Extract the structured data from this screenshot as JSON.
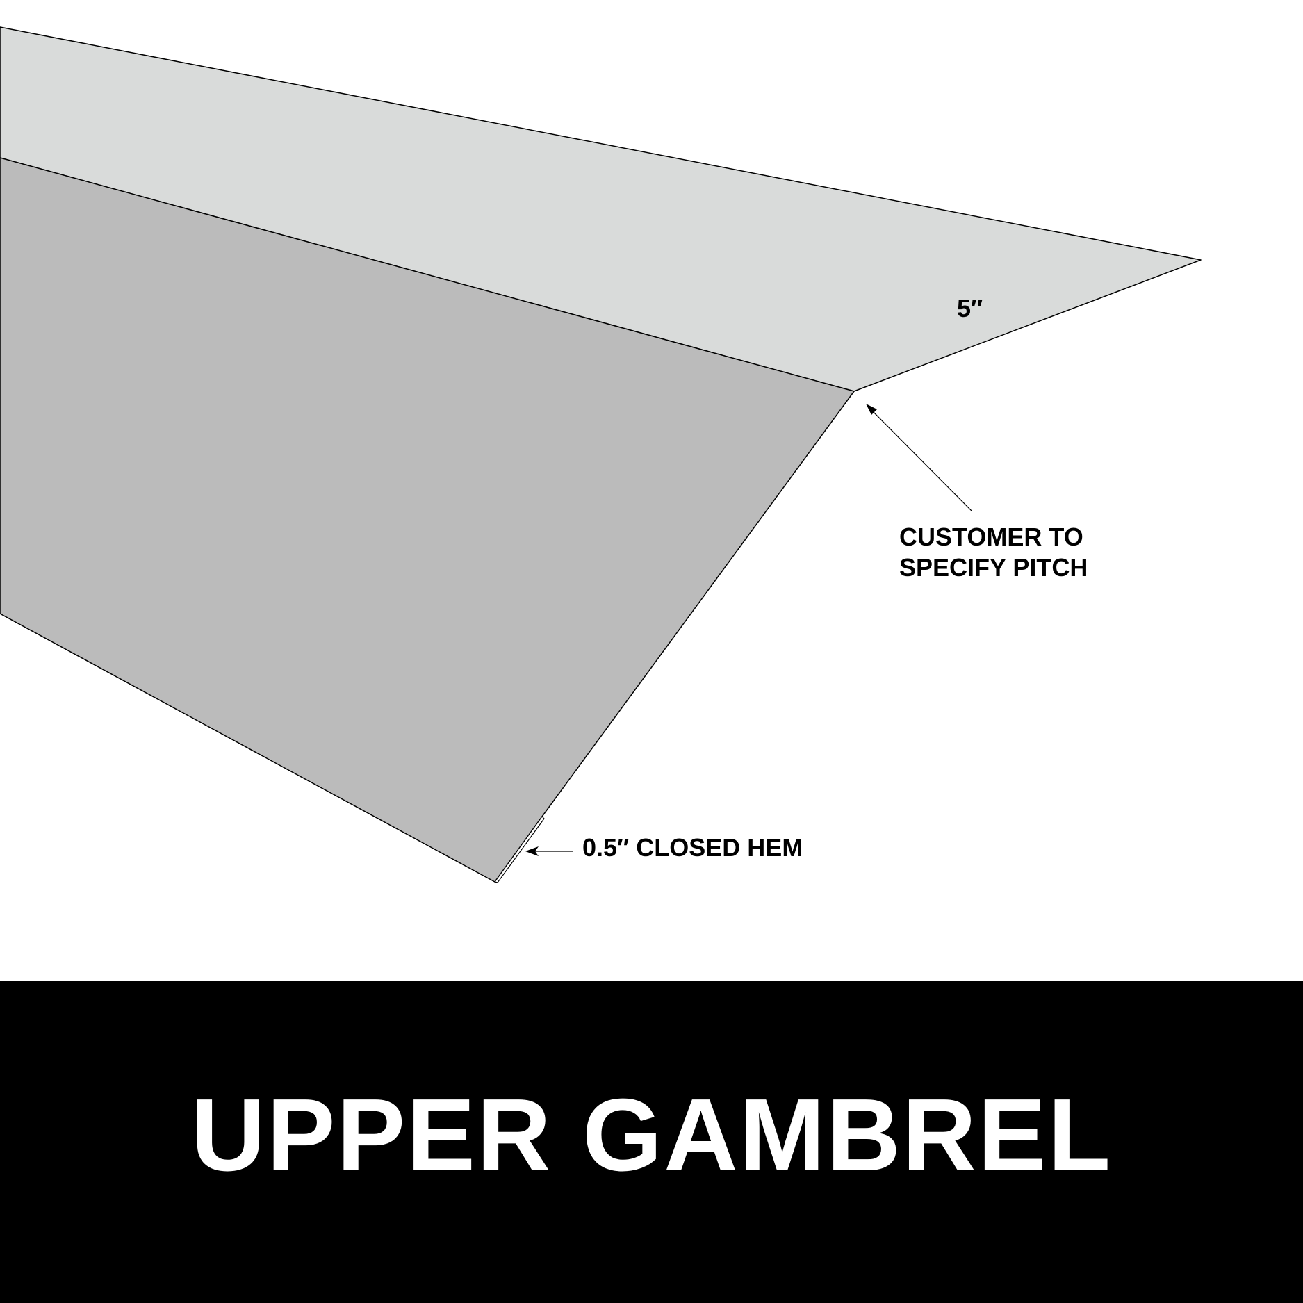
{
  "drawing": {
    "width_label": "5″",
    "pitch_label_line1": "CUSTOMER TO",
    "pitch_label_line2": "SPECIFY PITCH",
    "hem_label": "0.5″ CLOSED HEM"
  },
  "title": "UPPER GAMBREL",
  "colors": {
    "top_face": "#d9dbda",
    "side_face": "#bbbbbb",
    "band": "#000000",
    "title_text": "#ffffff"
  }
}
